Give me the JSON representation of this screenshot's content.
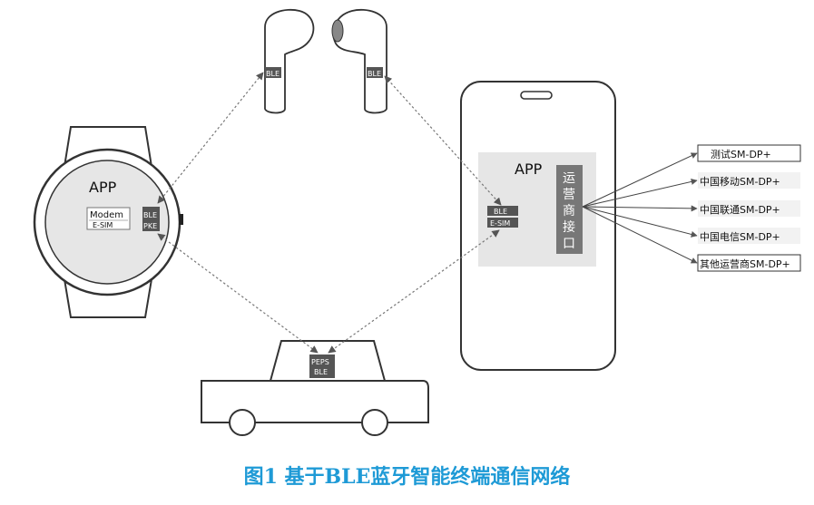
{
  "watch": {
    "app_label": "APP",
    "modem_label": "Modem",
    "esim_label": "E-SIM",
    "ble_label": "BLE",
    "pke_label": "PKE"
  },
  "earbuds": {
    "left_label": "BLE",
    "right_label": "BLE"
  },
  "phone": {
    "app_label": "APP",
    "ble_label": "BLE",
    "esim_label": "E-SIM",
    "operator_interface_chars": [
      "运",
      "营",
      "商",
      "接",
      "口"
    ]
  },
  "car": {
    "peps_label": "PEPS",
    "ble_label": "BLE"
  },
  "smdp_servers": [
    {
      "label": "测试SM-DP+"
    },
    {
      "label": "中国移动SM-DP+"
    },
    {
      "label": "中国联通SM-DP+"
    },
    {
      "label": "中国电信SM-DP+"
    },
    {
      "label": "其他运营商SM-DP+"
    }
  ],
  "caption": "图1 基于BLE蓝牙智能终端通信网络",
  "colors": {
    "caption": "#1e9ad6",
    "dark_tag": "#555555",
    "panel": "#e6e6e6",
    "outline": "#333333"
  }
}
